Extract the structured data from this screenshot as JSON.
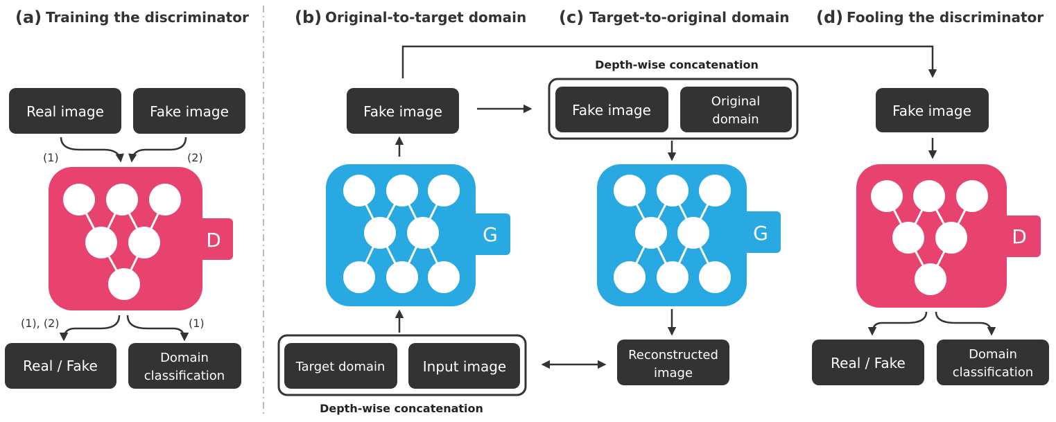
{
  "colors": {
    "discriminator": "#e8426e",
    "generator": "#29a9e1",
    "box": "#333333",
    "text_on_box": "#ffffff",
    "divider": "#bbbbbb"
  },
  "panel_a": {
    "letter": "(a)",
    "title": "Training the discriminator",
    "real_image": "Real image",
    "fake_image": "Fake image",
    "label_1": "(1)",
    "label_2": "(2)",
    "label_1_2": "(1), (2)",
    "label_1b": "(1)",
    "network_letter": "D",
    "real_fake": "Real / Fake",
    "domain_classification": [
      "Domain",
      "classification"
    ]
  },
  "panel_b": {
    "letter": "(b)",
    "title": "Original-to-target domain",
    "fake_image": "Fake image",
    "network_letter": "G",
    "target_domain": "Target domain",
    "input_image": "Input image",
    "concat_label": "Depth-wise concatenation"
  },
  "panel_c": {
    "letter": "(c)",
    "title": "Target-to-original domain",
    "concat_label": "Depth-wise concatenation",
    "fake_image": "Fake image",
    "original_domain": [
      "Original",
      "domain"
    ],
    "network_letter": "G",
    "reconstructed_image": [
      "Reconstructed",
      "image"
    ]
  },
  "panel_d": {
    "letter": "(d)",
    "title": "Fooling the discriminator",
    "fake_image": "Fake image",
    "network_letter": "D",
    "real_fake": "Real / Fake",
    "domain_classification": [
      "Domain",
      "classification"
    ]
  }
}
